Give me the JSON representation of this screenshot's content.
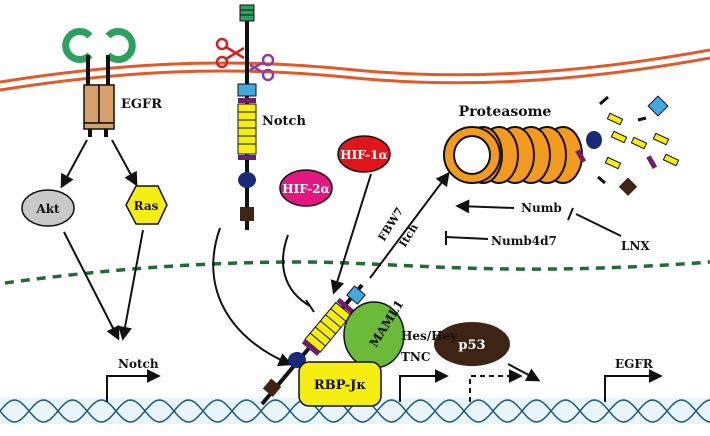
{
  "labels": {
    "egfr_receptor": "EGFR",
    "notch_receptor": "Notch",
    "akt": "Akt",
    "ras": "Ras",
    "hif2a": "HIF-2α",
    "hif1a": "HIF-1α",
    "proteasome": "Proteasome",
    "fbw7": "FBW7",
    "itch": "Itch",
    "numb": "Numb",
    "numb4d7": "Numb4d7",
    "lnx": "LNX",
    "maml1": "MAML1",
    "rbpjk": "RBP-Jκ",
    "notch_gene": "Notch",
    "hes_hey": "Hes/Hey",
    "tnc": "TNC",
    "p53": "p53",
    "egfr_gene": "EGFR"
  },
  "colors": {
    "membrane": "#e2592a",
    "nucleus_border": "#1d6e36",
    "dna": "#bfe3f2",
    "akt": "#c9c9c9",
    "ras": "#f7ee11",
    "hif2a": "#e4167f",
    "hif1a": "#e1131b",
    "proteasome": "#f39a1f",
    "maml1": "#6cba3a",
    "rbpjk": "#f7ee11",
    "p53": "#3e2415",
    "egfr_receptor": "#d6a06a",
    "receptor_green": "#2da060",
    "scissors": "#d42020",
    "notch_yellow": "#f7ee11",
    "notch_purple": "#6d1f6f",
    "notch_blue": "#3fa9e0",
    "notch_navy": "#1a2a7a",
    "notch_brown": "#3e2415"
  }
}
